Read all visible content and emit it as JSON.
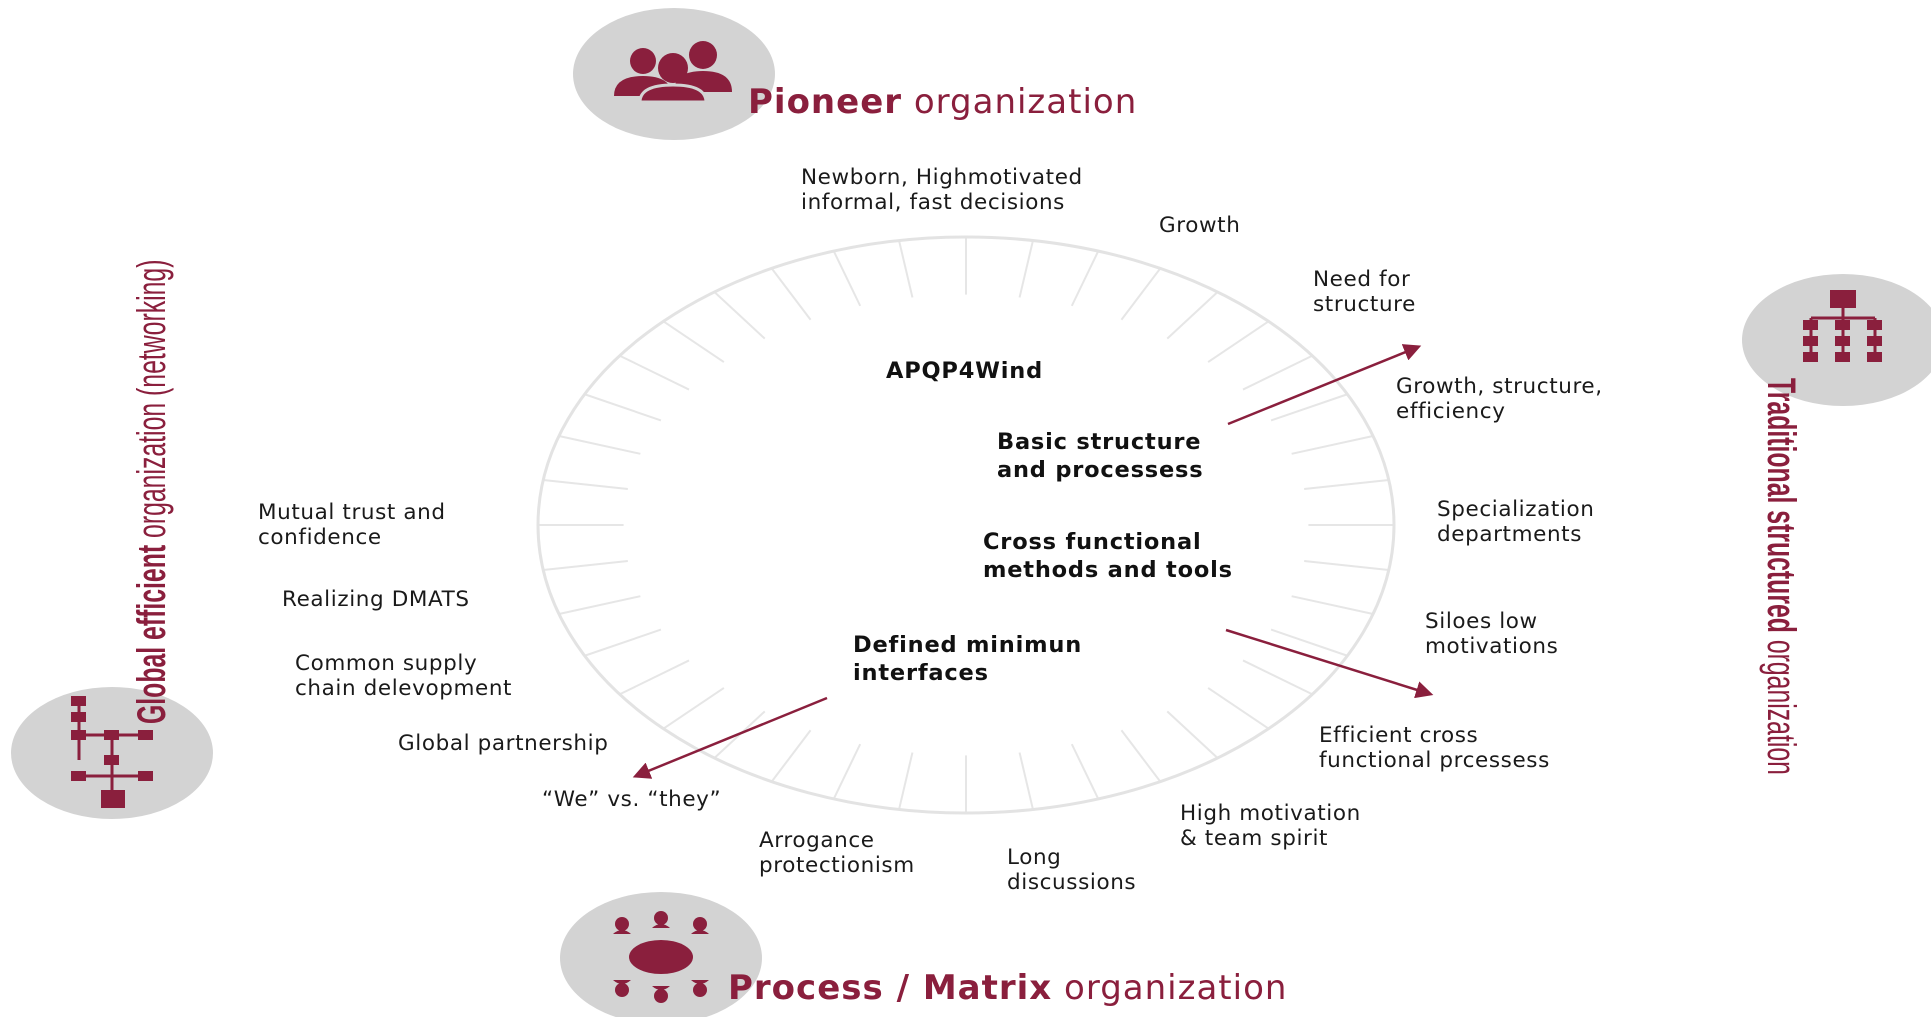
{
  "colors": {
    "accent": "#8a1f3d",
    "icon_circle": "#d3d3d3",
    "ring": "#e3e3e3",
    "text": "#1a1a1a"
  },
  "titles": {
    "pioneer": {
      "bold": "Pioneer",
      "rest": " organization",
      "icon": "people-group-icon"
    },
    "process": {
      "bold": "Process / Matrix",
      "rest": " organization",
      "icon": "round-table-meeting-icon"
    },
    "traditional": {
      "bold": "Traditional structured",
      "rest": " organization",
      "icon": "org-chart-icon"
    },
    "global": {
      "bold": "Global efficient",
      "rest": " organization (networking)",
      "icon": "network-chart-icon"
    }
  },
  "center": {
    "apqp": "APQP4Wind",
    "basic": "Basic structure\nand processess",
    "cross": "Cross functional\nmethods and tools",
    "defined": "Defined minimun\ninterfaces"
  },
  "labels": {
    "newborn": "Newborn, Highmotivated\ninformal, fast decisions",
    "growth": "Growth",
    "need_structure": "Need for\nstructure",
    "growth_structure": "Growth, structure,\nefficiency",
    "specialization": "Specialization\ndepartments",
    "siloes": "Siloes low\nmotivations",
    "efficient_cross": "Efficient cross\nfunctional prcessess",
    "high_motivation": "High motivation\n& team spirit",
    "long_discussions": "Long\ndiscussions",
    "arrogance": "Arrogance\nprotectionism",
    "we_they": "“We” vs. “they”",
    "global_partnership": "Global partnership",
    "common_supply": "Common supply\nchain delevopment",
    "realizing": "Realizing DMATS",
    "mutual_trust": "Mutual trust and\nconfidence"
  }
}
